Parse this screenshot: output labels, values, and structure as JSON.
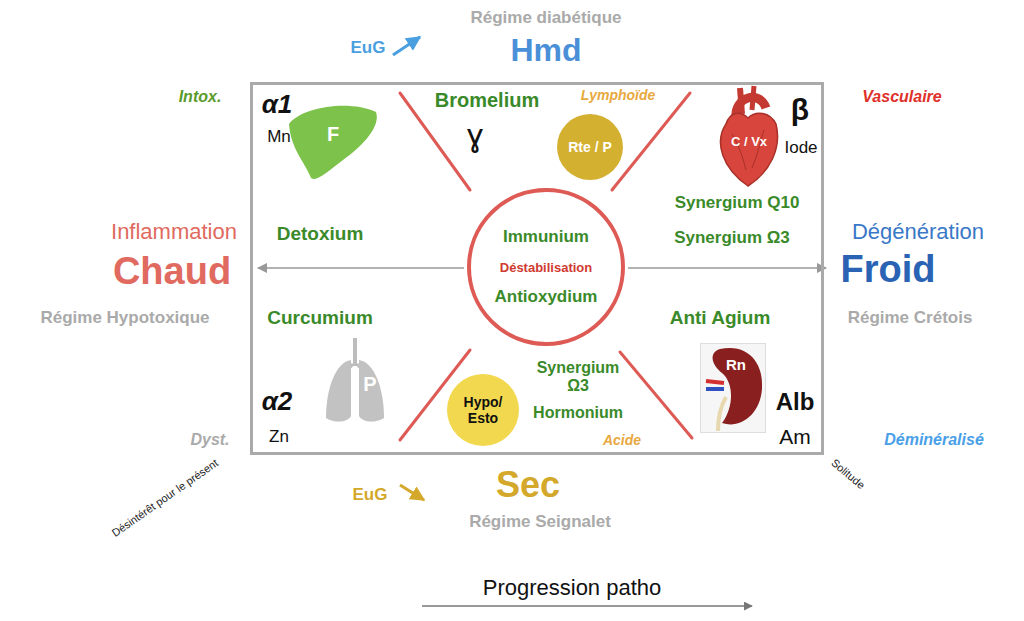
{
  "diagram": {
    "nodes": [
      {
        "text": [
          "α1",
          "Mn",
          "Bromelium",
          "ɣ",
          "Lymphoïde",
          "β",
          "Iode",
          "Detoxium",
          "Synergium Q10",
          "Synergium Ω3",
          "Curcumium",
          "Anti Agium",
          "Synergium Ω3",
          "Hormonium",
          "α2",
          "Zn",
          "Acide",
          "Alb",
          "Am"
        ]
      },
      {
        "text": [
          "F"
        ],
        "in": 0
      },
      {
        "text": [
          "Rte / P"
        ],
        "in": 0
      },
      {
        "text": [
          "C / Vx"
        ],
        "in": 0
      },
      {
        "text": [
          "Immunium",
          "Déstabilisation",
          "Antioxydium"
        ],
        "in": 0
      },
      {
        "text": [
          "P"
        ],
        "in": 0
      },
      {
        "text": [
          "Hypo/ Esto"
        ],
        "in": 0
      },
      {
        "text": [
          "Rn"
        ],
        "in": 0
      }
    ],
    "labels": [
      "Régime diabétique",
      "EuG",
      "Hmd",
      "Intox.",
      "Vasculaire",
      "Inflammation",
      "Chaud",
      "Régime Hypotoxique",
      "Dégénération",
      "Froid",
      "Régime Crétois",
      "Dyst.",
      "Déminéralisé",
      "Désintérêt pour le présent",
      "Solitude",
      "EuG",
      "Sec",
      "Régime Seignalet",
      "Progression patho"
    ]
  }
}
